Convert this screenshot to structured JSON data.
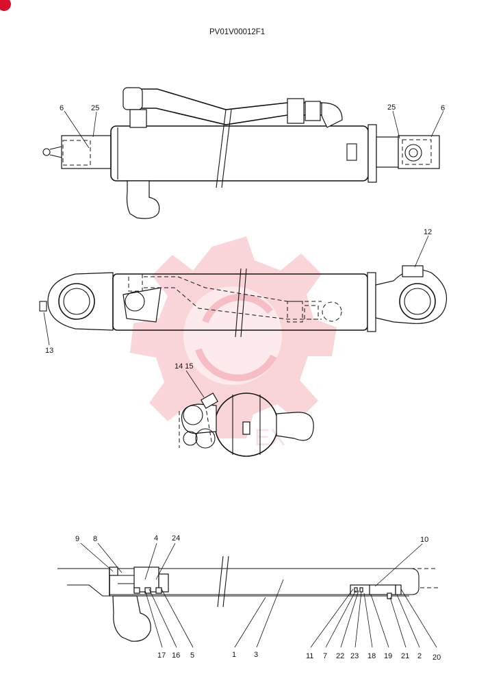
{
  "drawing_number": "PV01V00012F1",
  "watermark_text": "EX",
  "colors": {
    "ink": "#111111",
    "badge": "#d8102c",
    "watermark": "#f4a5ad"
  },
  "callouts": {
    "c6a": "6",
    "c25a": "25",
    "c25b": "25",
    "c6b": "6",
    "c12": "12",
    "c13": "13",
    "c14_15": "14 15",
    "c9": "9",
    "c8": "8",
    "c4": "4",
    "c24": "24",
    "c10": "10",
    "c17": "17",
    "c16": "16",
    "c5": "5",
    "c1": "1",
    "c3": "3",
    "c11": "11",
    "c7": "7",
    "c22": "22",
    "c23": "23",
    "c18": "18",
    "c19": "19",
    "c21": "21",
    "c2": "2",
    "c20": "20"
  }
}
